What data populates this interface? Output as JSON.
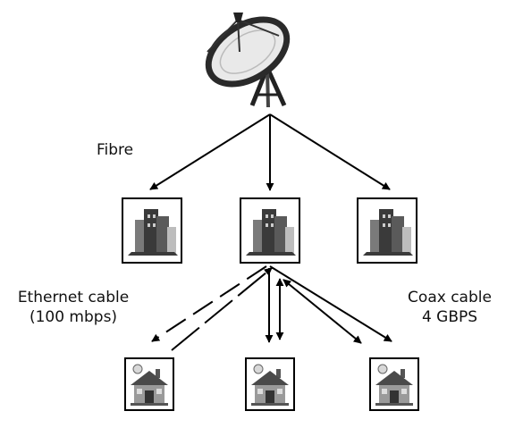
{
  "labels": {
    "fibre": "Fibre",
    "ethernet_line1": "Ethernet cable",
    "ethernet_line2": "(100 mbps)",
    "coax_line1": "Coax cable",
    "coax_line2": "4 GBPS"
  },
  "nodes": {
    "source": "satellite-dish-icon",
    "tier1": [
      "city-building-icon",
      "city-building-icon",
      "city-building-icon"
    ],
    "tier2": [
      "house-icon",
      "house-icon",
      "house-icon"
    ]
  },
  "colors": {
    "line": "#000000",
    "frame": "#000000",
    "dish_face": "#e9e9e9",
    "dish_frame": "#2a2a2a",
    "building_dark": "#3a3a3a",
    "building_mid": "#7a7a7a",
    "building_light": "#bdbdbd",
    "house_roof": "#4a4a4a",
    "house_wall": "#9a9a9a"
  }
}
